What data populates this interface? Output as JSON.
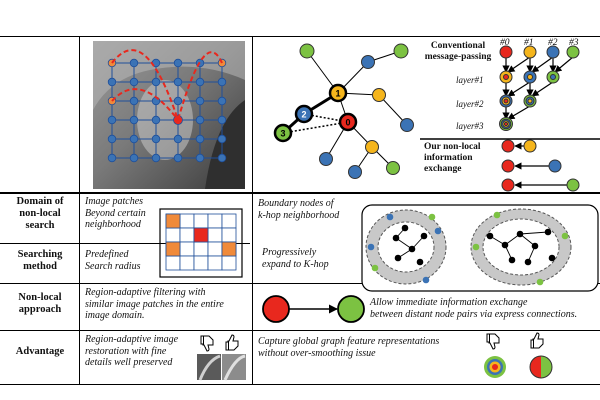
{
  "rows": [
    {
      "label": "Domain of non-local search",
      "image_text": [
        "Image patches",
        "Beyond certain",
        "neighborhood"
      ],
      "graph_text": [
        "Boundary nodes of",
        "k-hop neighborhood"
      ]
    },
    {
      "label": "Searching method",
      "image_text": [
        "Predefined",
        "Search radius"
      ],
      "graph_text": [
        "Progressively",
        "expand to K-hop"
      ]
    },
    {
      "label": "Non-local approach",
      "image_text": [
        "Region-adaptive filtering with",
        "similar image patches in the entire",
        "image domain."
      ],
      "graph_text": [
        "Allow immediate information exchange",
        "between distant node pairs via express connections."
      ]
    },
    {
      "label": "Advantage",
      "image_text": [
        "Region-adaptive image",
        "restoration with fine",
        "details well preserved"
      ],
      "graph_text": [
        "Capture global graph feature representations",
        "without over-smoothing issue"
      ]
    }
  ],
  "row_labels": {
    "r1a": "Domain of",
    "r1b": "non-local",
    "r1c": "search",
    "r2a": "Searching",
    "r2b": "method",
    "r3a": "Non-local",
    "r3b": "approach",
    "r4": "Advantage"
  },
  "message_passing": {
    "title_a": "Conventional",
    "title_b": "message-passing",
    "hops": [
      "#0",
      "#1",
      "#2",
      "#3"
    ],
    "layers": [
      "layer#1",
      "layer#2",
      "layer#3"
    ]
  },
  "nonlocal_exchange": {
    "title_a": "Our non-local",
    "title_b": "information",
    "title_c": "exchange"
  },
  "graph_node_labels": [
    "1",
    "2",
    "3",
    "0"
  ],
  "colors": {
    "red": "#e8281e",
    "yellow": "#f5b51c",
    "blue": "#3b73b5",
    "green": "#7cc242",
    "orange": "#f08a3a",
    "gray": "#b0b0b0"
  },
  "icons": [
    "thumbs-down-icon",
    "thumbs-up-icon"
  ]
}
